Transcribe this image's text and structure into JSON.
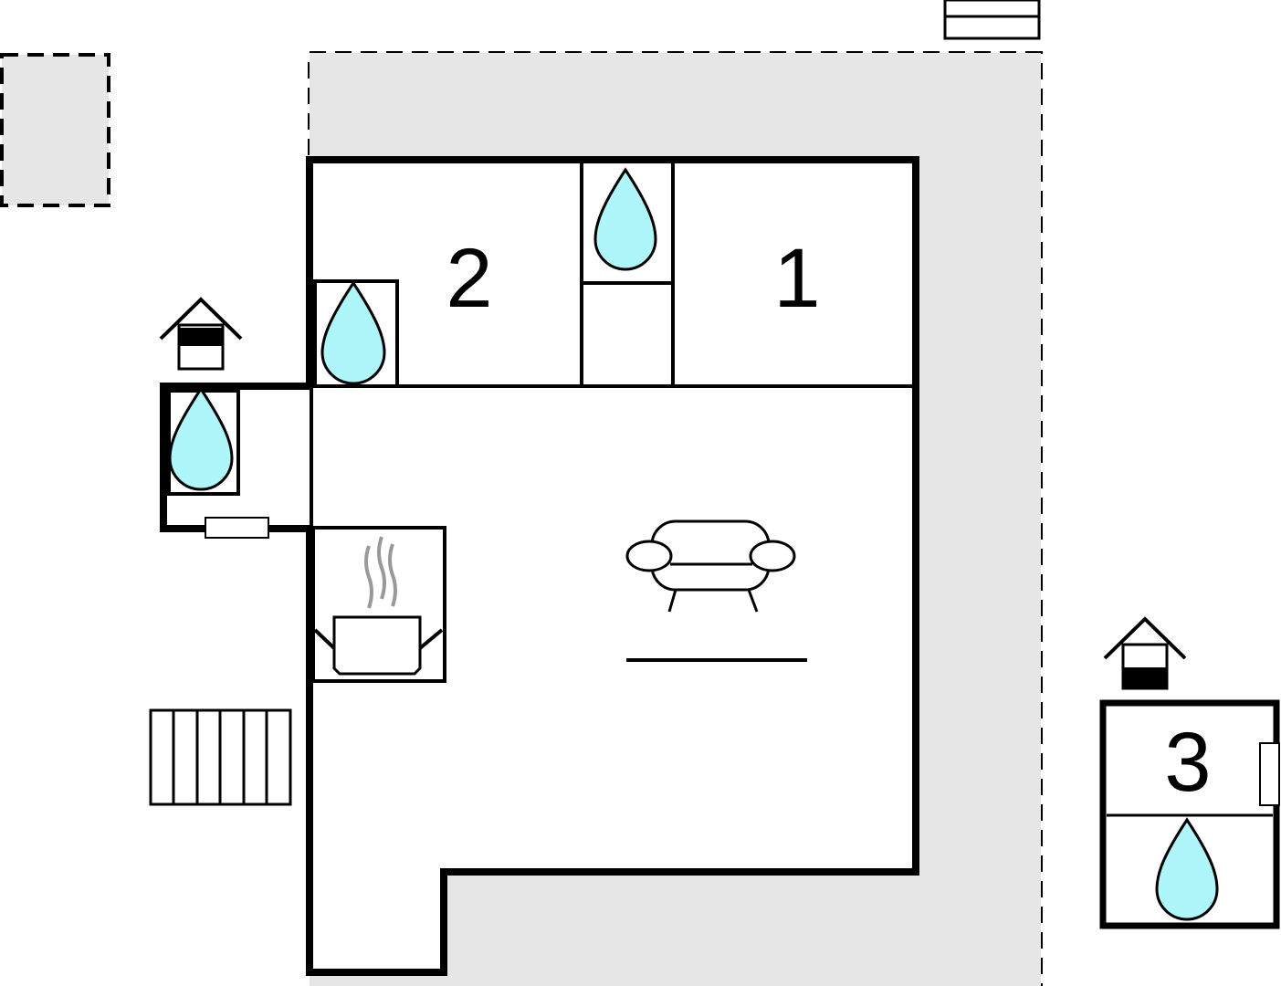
{
  "floorplan": {
    "rooms": [
      {
        "number": "2"
      },
      {
        "number": "1"
      },
      {
        "number": "3"
      }
    ],
    "icons": [
      "water-drop-icon",
      "sofa-icon",
      "stove-pot-icon",
      "house-icon",
      "stairs-icon",
      "door-icon"
    ]
  },
  "colors": {
    "outdoor_area": "#e6e6e6",
    "water": "#aef6f9",
    "wall": "#000000",
    "steam": "#999999"
  }
}
